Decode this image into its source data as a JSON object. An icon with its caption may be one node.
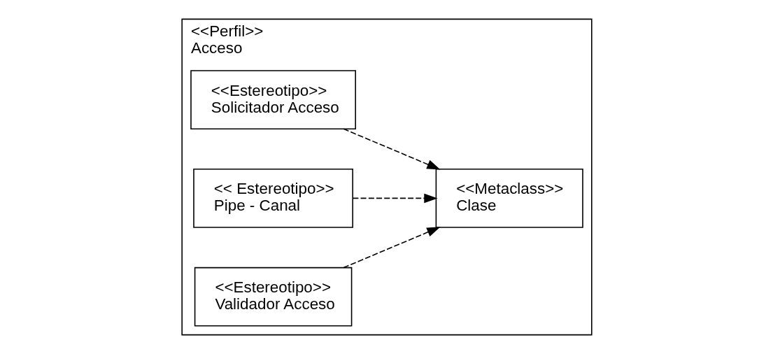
{
  "diagram": {
    "nodes": [
      {
        "text": [
          "<<Perfil>>",
          "Acceso"
        ]
      },
      {
        "text": [
          "<<Estereotipo>>",
          "Solicitador Acceso"
        ],
        "in": 0
      },
      {
        "text": [
          "<< Estereotipo>>",
          "Pipe - Canal"
        ],
        "in": 0
      },
      {
        "text": [
          "<<Estereotipo>>",
          "Validador Acceso"
        ],
        "in": 0
      },
      {
        "text": [
          "<<Metaclass>>",
          "Clase"
        ],
        "in": 0
      }
    ],
    "edges": [
      {
        "from": 1,
        "to": 4,
        "arrow": "to",
        "style": "dashed"
      },
      {
        "from": 2,
        "to": 4,
        "arrow": "to",
        "style": "dashed"
      },
      {
        "from": 3,
        "to": 4,
        "arrow": "to",
        "style": "dashed"
      }
    ]
  }
}
